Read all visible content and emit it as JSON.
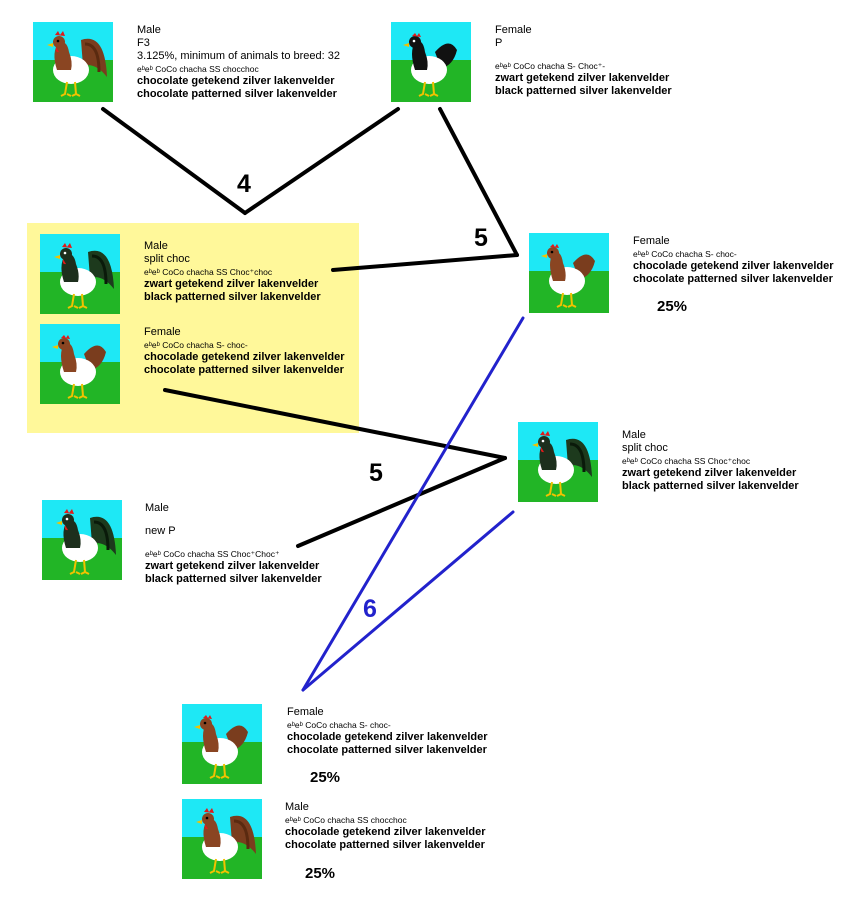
{
  "animals": [
    {
      "id": "a1",
      "sex": "Male",
      "extra": [
        "F3",
        "3.125%, minimum of animals to breed: 32"
      ],
      "genotype": "eᵇeᵇ CoCo chacha SS chocchoc",
      "names": [
        "chocolate getekend zilver lakenvelder",
        "chocolate patterned silver lakenvelder"
      ],
      "percent": "",
      "icon": "rooster-brown-icon"
    },
    {
      "id": "a2",
      "sex": "Female",
      "extra": [
        "P"
      ],
      "genotype": "eᵇeᵇ CoCo chacha S- Choc⁺-",
      "names": [
        "zwart getekend zilver lakenvelder",
        "black patterned silver lakenvelder"
      ],
      "percent": "",
      "icon": "hen-black-icon"
    },
    {
      "id": "a3",
      "sex": "Male",
      "extra": [
        "split choc"
      ],
      "genotype": "eᵇeᵇ CoCo chacha SS Choc⁺choc",
      "names": [
        "zwart getekend zilver lakenvelder",
        "black patterned silver lakenvelder"
      ],
      "percent": "",
      "icon": "rooster-black-icon"
    },
    {
      "id": "a4",
      "sex": "Female",
      "extra": [],
      "genotype": "eᵇeᵇ CoCo chacha S- choc-",
      "names": [
        "chocolade getekend zilver lakenvelder",
        "chocolate patterned silver lakenvelder"
      ],
      "percent": "",
      "icon": "hen-brown-icon"
    },
    {
      "id": "a5",
      "sex": "Female",
      "extra": [],
      "genotype": "eᵇeᵇ CoCo chacha S- choc-",
      "names": [
        "chocolade getekend zilver lakenvelder",
        "chocolate patterned silver lakenvelder"
      ],
      "percent": "25%",
      "icon": "hen-brown-icon"
    },
    {
      "id": "a6",
      "sex": "Male",
      "extra": [
        "split choc"
      ],
      "genotype": "eᵇeᵇ CoCo chacha SS Choc⁺choc",
      "names": [
        "zwart getekend zilver lakenvelder",
        "black patterned silver lakenvelder"
      ],
      "percent": "",
      "icon": "rooster-black-icon"
    },
    {
      "id": "a7",
      "sex": "Male",
      "extra": [
        "new P"
      ],
      "genotype": "eᵇeᵇ CoCo chacha SS Choc⁺Choc⁺",
      "names": [
        "zwart getekend zilver lakenvelder",
        "black patterned silver lakenvelder"
      ],
      "percent": "",
      "icon": "rooster-black-icon"
    },
    {
      "id": "a8",
      "sex": "Female",
      "extra": [],
      "genotype": "eᵇeᵇ CoCo chacha S- choc-",
      "names": [
        "chocolade getekend zilver lakenvelder",
        "chocolate patterned silver lakenvelder"
      ],
      "percent": "25%",
      "icon": "hen-brown-icon"
    },
    {
      "id": "a9",
      "sex": "Male",
      "extra": [],
      "genotype": "eᵇeᵇ CoCo chacha SS chocchoc",
      "names": [
        "chocolade getekend zilver lakenvelder",
        "chocolate patterned silver lakenvelder"
      ],
      "percent": "25%",
      "icon": "rooster-brown-icon"
    }
  ],
  "generations": [
    "4",
    "5",
    "5",
    "6"
  ],
  "colors": {
    "highlight": "#fff89a",
    "sky": "#1ee8f5",
    "grass": "#22b526",
    "blue_line": "#2222cc",
    "blue_label": "#2222cc"
  }
}
